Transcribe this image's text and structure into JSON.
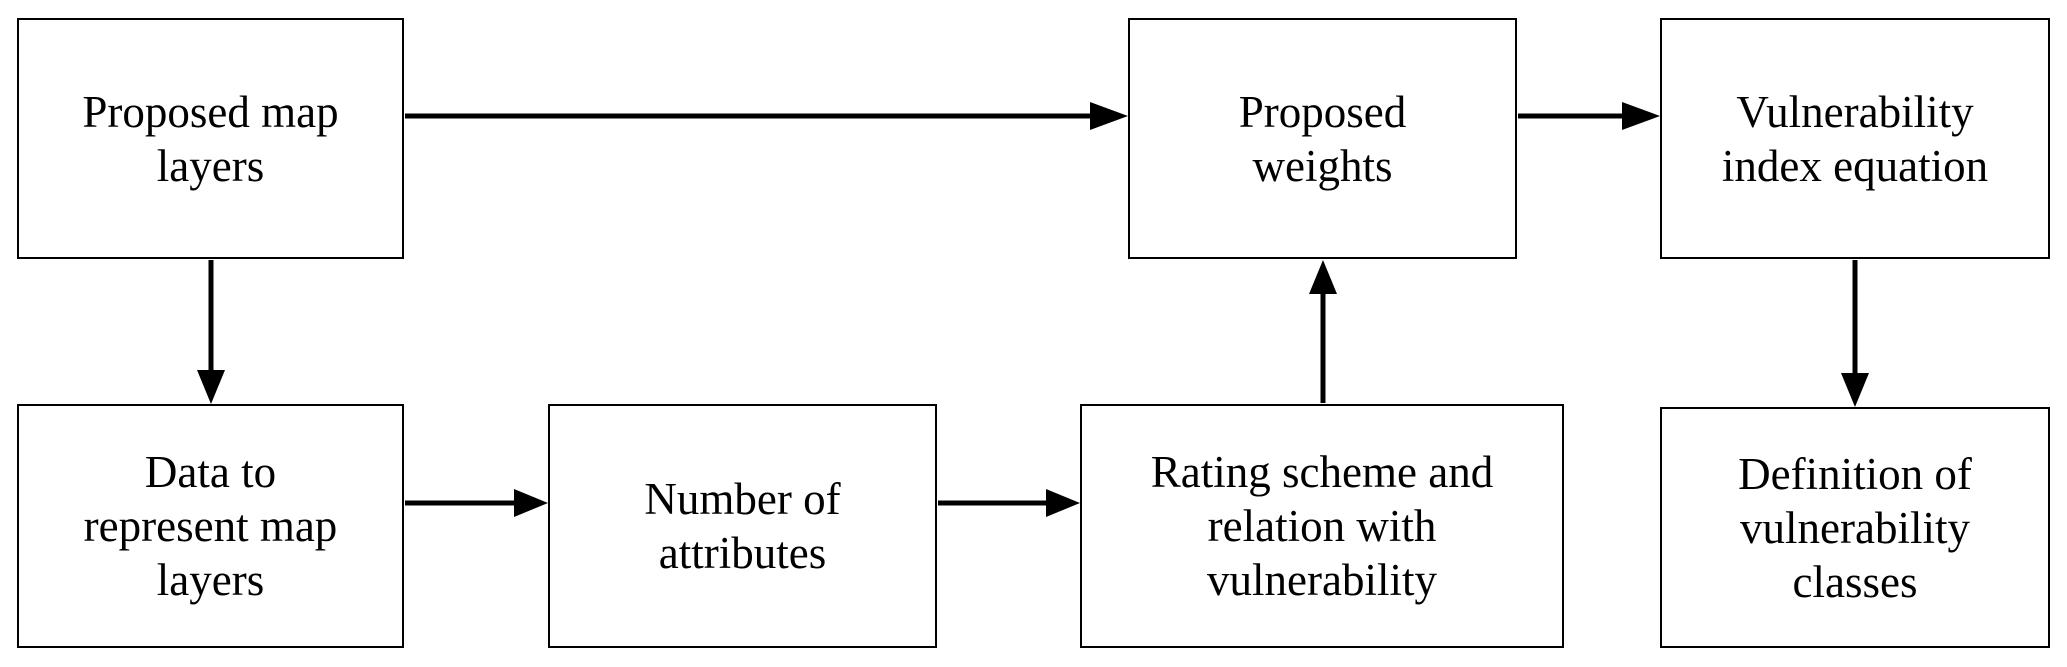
{
  "flowchart": {
    "nodes": {
      "proposed_map_layers": "Proposed map\nlayers",
      "proposed_weights": "Proposed\nweights",
      "vulnerability_index_equation": "Vulnerability\nindex equation",
      "data_to_represent": "Data to\nrepresent map\nlayers",
      "number_of_attributes": "Number of\nattributes",
      "rating_scheme": "Rating scheme and\nrelation with\nvulnerability",
      "definition_of_classes": "Definition of\nvulnerability\nclasses"
    },
    "edges": [
      {
        "from": "proposed_map_layers",
        "to": "proposed_weights"
      },
      {
        "from": "proposed_weights",
        "to": "vulnerability_index_equation"
      },
      {
        "from": "proposed_map_layers",
        "to": "data_to_represent"
      },
      {
        "from": "data_to_represent",
        "to": "number_of_attributes"
      },
      {
        "from": "number_of_attributes",
        "to": "rating_scheme"
      },
      {
        "from": "rating_scheme",
        "to": "proposed_weights"
      },
      {
        "from": "vulnerability_index_equation",
        "to": "definition_of_classes"
      }
    ]
  }
}
